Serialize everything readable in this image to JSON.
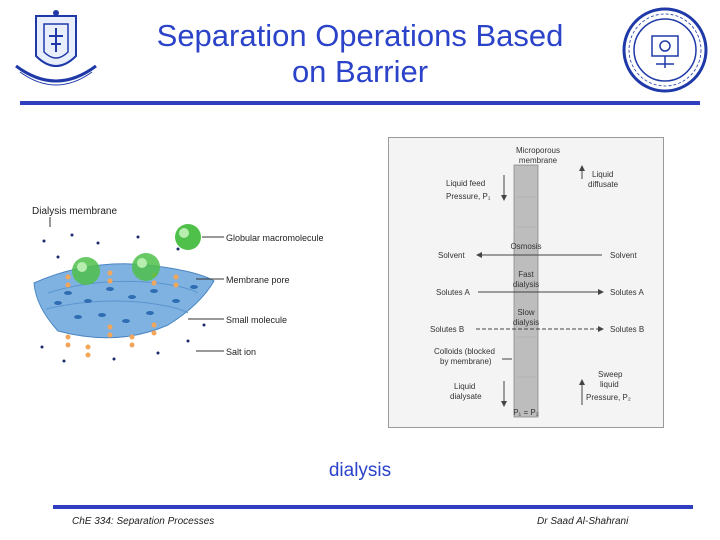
{
  "slide": {
    "title_line1": "Separation Operations Based",
    "title_line2": "on Barrier",
    "caption": "dialysis",
    "footer_left": "ChE 334: Separation Processes",
    "footer_right": "Dr Saad Al-Shahrani"
  },
  "figure_left": {
    "title": "Dialysis membrane",
    "labels": [
      "Globular macromolecule",
      "Membrane pore",
      "Small molecule",
      "Salt ion"
    ]
  },
  "figure_right": {
    "membrane_label": [
      "Microporous",
      "membrane"
    ],
    "liquid_diffusate": [
      "Liquid",
      "diffusate"
    ],
    "liquid_feed": [
      "Liquid feed",
      "Pressure, P₁"
    ],
    "solvent_left": "Solvent",
    "solvent_right": "Solvent",
    "osmosis": "Osmosis",
    "fast_dialysis": [
      "Fast",
      "dialysis"
    ],
    "solutes_a_left": "Solutes A",
    "solutes_a_right": "Solutes A",
    "slow_dialysis": [
      "Slow",
      "dialysis"
    ],
    "solutes_b_left": "Solutes B",
    "solutes_b_right": "Solutes B",
    "colloids": [
      "Colloids (blocked",
      "by membrane)"
    ],
    "sweep_liquid": [
      "Sweep",
      "liquid"
    ],
    "pressure_p2": "Pressure, P₂",
    "liquid_dialysate": [
      "Liquid",
      "dialysate"
    ],
    "pressure_equal": "P₁ = P₂"
  },
  "colors": {
    "accent": "#2b43c9",
    "rule": "#2f3fbf"
  },
  "icons": [
    "university-crest-logo",
    "department-seal-logo"
  ]
}
